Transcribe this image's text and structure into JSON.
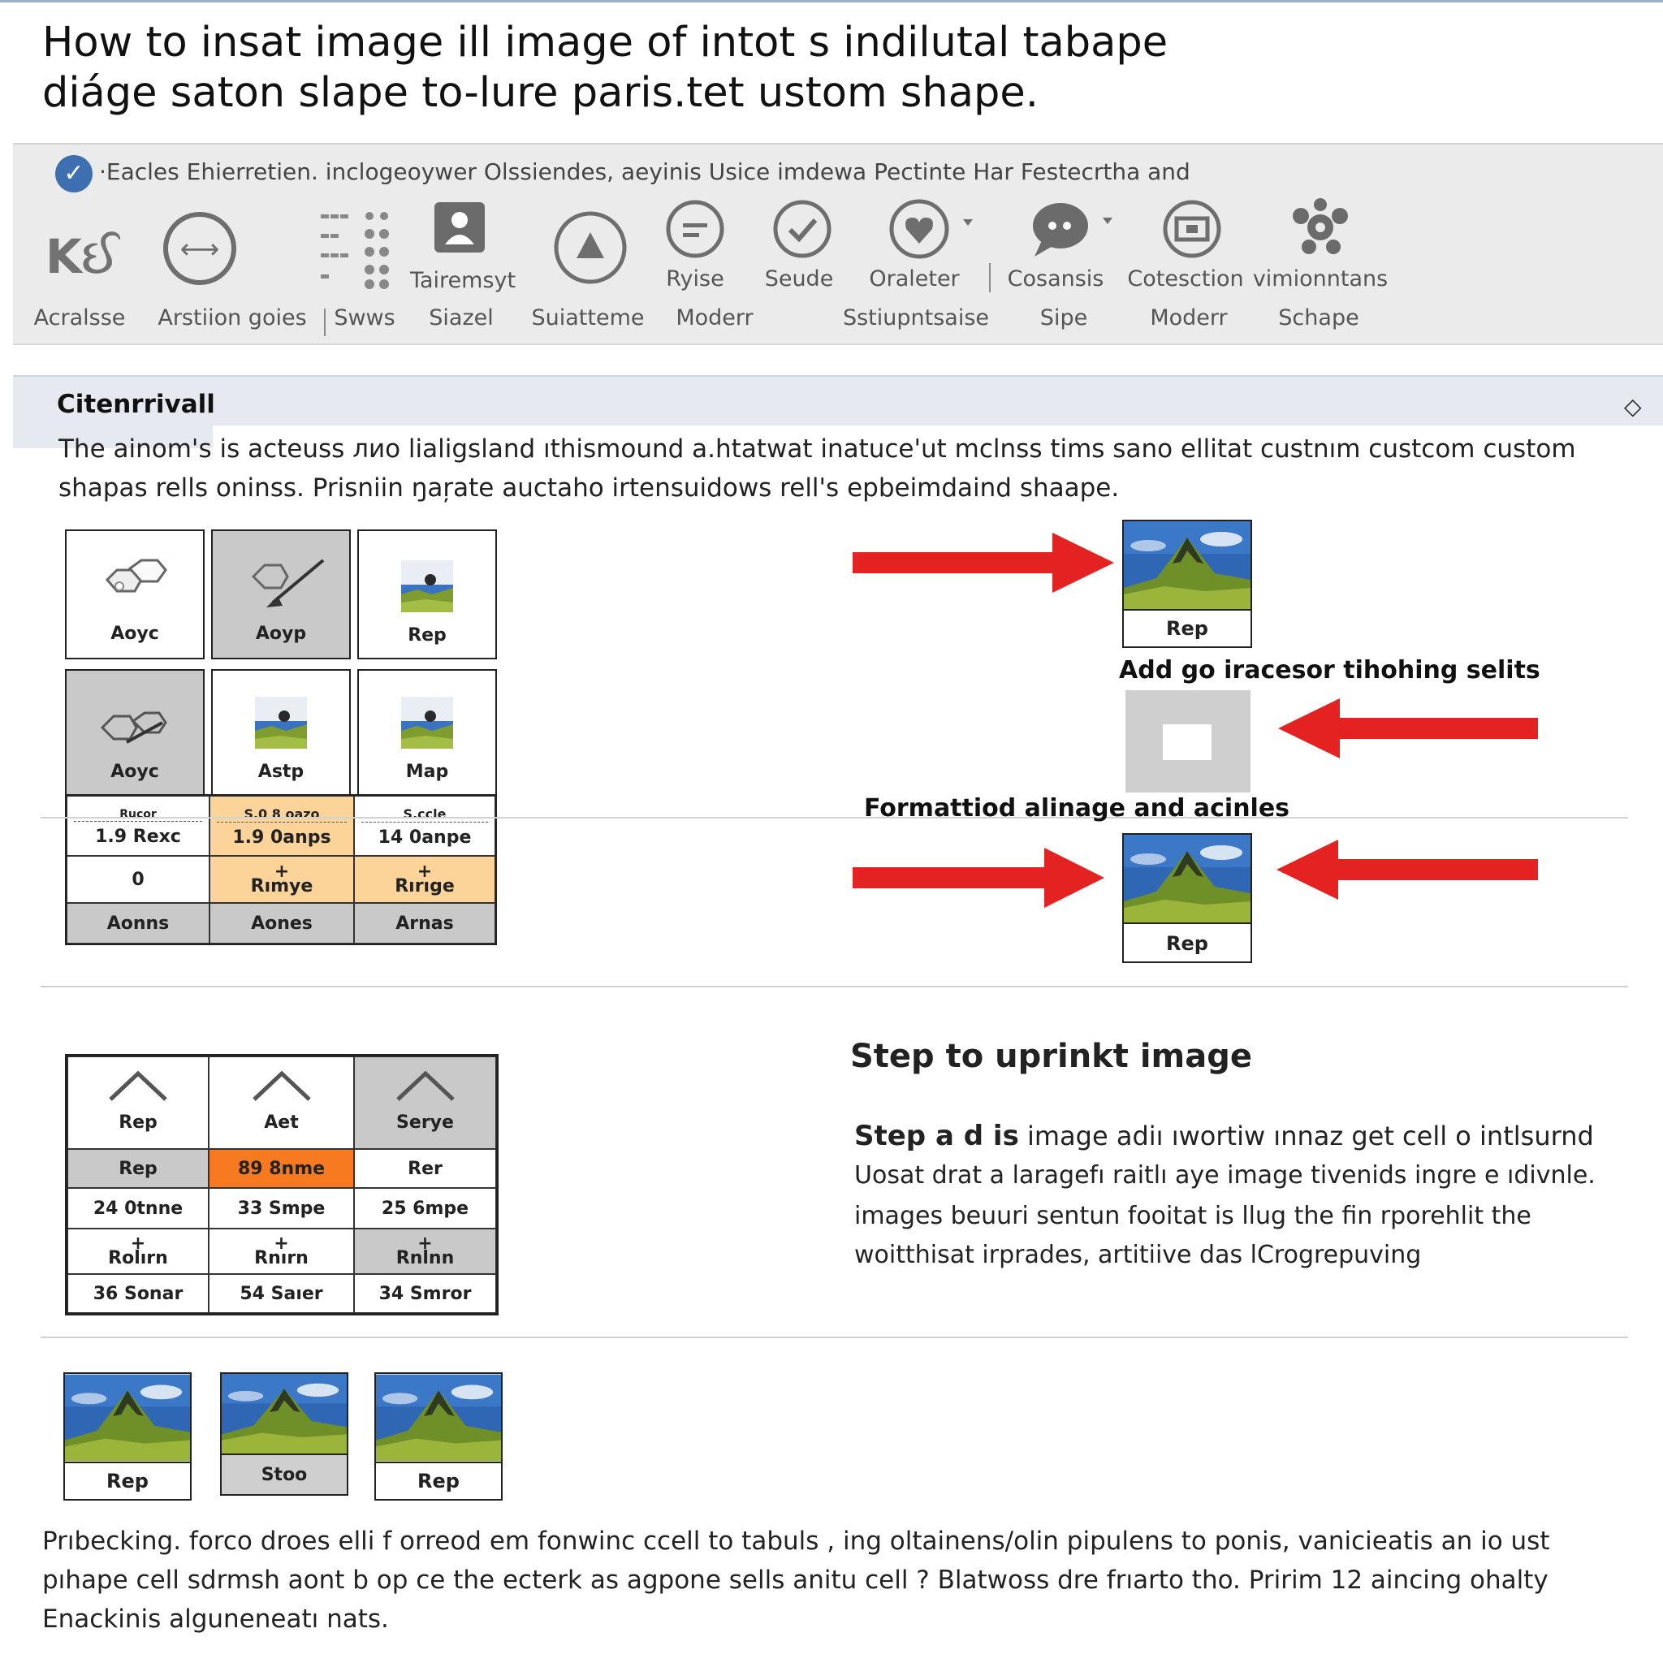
{
  "title": {
    "line1": "How to insat image ill  image of intot s  indilutal tabape",
    "line2": "diáge saton slape  to-lure  paris.tet  ustom  shape."
  },
  "ribbon": {
    "description": "·Eacles  Ehierretien. inclogeoywer Olssiendes,  aeyinis  Usice imdewa Pectinte Har  Festecrtha and",
    "items": [
      {
        "name": "Acralsse",
        "icon": "bracket-logo-icon"
      },
      {
        "name": "Arstiion goies",
        "icon": "swap-icon"
      },
      {
        "name": "Swws",
        "icon": "dot-grid-icon"
      },
      {
        "name": "Tairemsyt",
        "sub": "Siazel",
        "icon": "user-card-icon"
      },
      {
        "name": "Suiatteme",
        "icon": "triangle-circle-icon"
      },
      {
        "name": "Ryise",
        "sub": "Moderr",
        "icon": "minus-circle-icon"
      },
      {
        "name": "Seude",
        "icon": "check-circle-icon"
      },
      {
        "name": "Oraleter",
        "sub": "Sstiupntsaise",
        "icon": "heart-circle-icon"
      },
      {
        "name": "Cosansis",
        "sub": "Sipe",
        "icon": "chat-bubble-icon"
      },
      {
        "name": "Cotesction",
        "sub": "Moderr",
        "icon": "frame-icon"
      },
      {
        "name": "vimionntans",
        "sub": "Schape",
        "icon": "gear-cluster-icon"
      }
    ]
  },
  "section": {
    "title": "Citenrrivall",
    "paragraph1": "The ainom's is acteuss лио lialigsland ıthismound a.htatwat inatuce'ut mclnss tims sano ellitat custnım custcom custom",
    "paragraph2": "shapas rells oninss. Prisniin ŋaŗate auctaho irtensuidows rell's epbeimdaind shaape."
  },
  "grid1": {
    "cells": [
      {
        "caption": "Aoyc",
        "bg": "white",
        "icon": "hexagon-icon"
      },
      {
        "caption": "Aoyp",
        "bg": "gray",
        "icon": "hexagon-arrow-icon"
      },
      {
        "caption": "Rep",
        "bg": "white",
        "icon": "image-thumb-icon"
      },
      {
        "caption": "Aoyc",
        "bg": "gray",
        "icon": "hexagon-arrow-icon"
      },
      {
        "caption": "Astp",
        "bg": "white",
        "icon": "image-thumb-icon"
      },
      {
        "caption": "Map",
        "bg": "white",
        "icon": "image-thumb-icon"
      }
    ],
    "table": [
      [
        {
          "text": "1.9 Rexc",
          "sup": "Rucor",
          "bg": "w"
        },
        {
          "text": "1.9 0anps",
          "sup": "S.0 8 oazo",
          "bg": "o"
        },
        {
          "text": "14 0anpe",
          "sup": "S.ccle",
          "bg": "w"
        }
      ],
      [
        {
          "text": "0",
          "bg": "w"
        },
        {
          "text": "Rımye",
          "plus": "+",
          "bg": "o"
        },
        {
          "text": "Rırıge",
          "plus": "+",
          "bg": "o"
        }
      ],
      [
        {
          "text": "Aonns",
          "bg": "g"
        },
        {
          "text": "Aones",
          "bg": "g"
        },
        {
          "text": "Arnas",
          "bg": "g"
        }
      ]
    ]
  },
  "right_diagram": {
    "top_label": "Rep",
    "middle_caption": "Add go iracesor tihohing selits",
    "lower_caption": "Formattiod alinage and acinles",
    "bottom_label": "Rep"
  },
  "step": {
    "title": "Step  to uprinkt  image",
    "line1_bold": "Step a d is",
    "line1_rest": " image adiı ıwortiw ınnaz get cell o intlsurnd",
    "line2": "Uosat drat a laragefı raitlı aye image tivenids ingre e ıdivnle.",
    "line3": "images  beuuri sentun fooitat is  llug the fin rporehlit the",
    "line4": "woitthisat irprades, artitiive das lCrogrepuving"
  },
  "grid2": {
    "header": [
      {
        "caption": "Rep",
        "bg": "w"
      },
      {
        "caption": "Aet",
        "bg": "w"
      },
      {
        "caption": "Serye",
        "bg": "g"
      }
    ],
    "rows": [
      [
        {
          "text": "Rep",
          "bg": "g"
        },
        {
          "text": "89 8nme",
          "bg": "d"
        },
        {
          "text": "Rer",
          "bg": "w"
        }
      ],
      [
        {
          "text": "24 0tnne",
          "bg": "w"
        },
        {
          "text": "33 Smpe",
          "bg": "w"
        },
        {
          "text": "25 6mpe",
          "bg": "w"
        }
      ],
      [
        {
          "text": "Rolırn",
          "plus": "+",
          "bg": "w"
        },
        {
          "text": "Rnırn",
          "plus": "+",
          "bg": "w"
        },
        {
          "text": "Rnlnn",
          "plus": "+",
          "bg": "g"
        }
      ],
      [
        {
          "text": "36 Sonar",
          "bg": "w"
        },
        {
          "text": "54 Saıer",
          "bg": "w"
        },
        {
          "text": "34 Smror",
          "bg": "w"
        }
      ]
    ]
  },
  "thumbs": [
    {
      "caption": "Rep",
      "bg": "white"
    },
    {
      "caption": "Stoo",
      "bg": "gray"
    },
    {
      "caption": "Rep",
      "bg": "white"
    }
  ],
  "footer": {
    "line1": "Prıbecking. forco droes elli f orreod em fonwinc ccell to tabuls , ing oltainens/olin pipulens to ponis, vanicieatis an io ust",
    "line2": "pıhape cell sdrmsh aont b op ce the ecterk as agpone sells anitu cell ?  Blatwoss dre frıarto tho. Pririm 12 aincing ohalty",
    "line3": "Enackinis alguneneatı nats."
  },
  "colors": {
    "accent_blue": "#3e6fb0",
    "arrow_red": "#e52222",
    "orange_cell": "#fcd49a",
    "deep_orange_cell": "#f77a20",
    "gray_cell": "#c9c9c9"
  }
}
